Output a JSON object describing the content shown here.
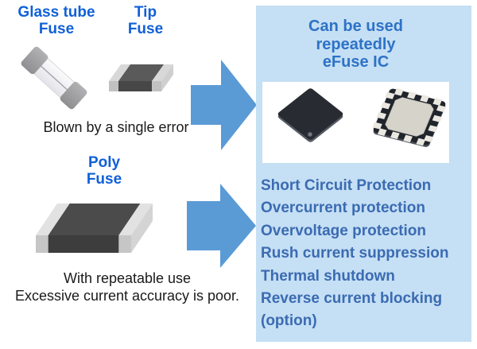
{
  "colors": {
    "panel_bg": "#C5DFF4",
    "arrow_blue": "#5B9BD5",
    "heading_blue": "#2E72C6",
    "feature_blue": "#3B6BB2",
    "label_blue": "#1060D8",
    "body_text": "#1A1A1A"
  },
  "left_column": {
    "glass_tube_fuse_label": "Glass tube\nFuse",
    "tip_fuse_label": "Tip\nFuse",
    "blown_caption": "Blown by a single error",
    "poly_fuse_label": "Poly\nFuse",
    "repeatable_caption": "With repeatable use\nExcessive current accuracy is poor."
  },
  "panel": {
    "heading": "Can be used\nrepeatedly\neFuse IC",
    "feature_lines": [
      "Short Circuit Protection",
      "Overcurrent protection",
      "Overvoltage protection",
      "Rush current suppression",
      "Thermal shutdown",
      "Reverse current blocking",
      "(option)"
    ]
  }
}
